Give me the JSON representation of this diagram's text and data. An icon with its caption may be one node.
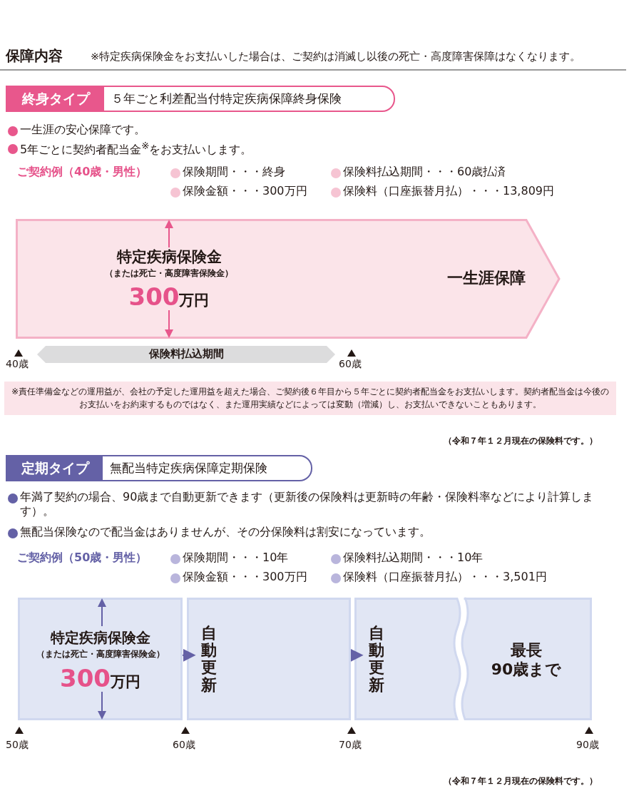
{
  "diagram": {
    "nodes": [
      {
        "text": [
          "終身タイプ",
          "５年ごと利差配当付特定疾病保障終身保険"
        ]
      },
      {
        "text": [
          "特定疾病保険金",
          "（または死亡・高度障害保険金）",
          "300万円",
          "一生涯保障"
        ]
      },
      {
        "text": [
          "保険料払込期間"
        ]
      },
      {
        "text": [
          "定期タイプ",
          "無配当特定疾病保障定期保険"
        ]
      },
      {
        "text": [
          "特定疾病保険金",
          "（または死亡・高度障害保険金）",
          "300万円"
        ]
      },
      {
        "text": [
          "自動更新"
        ]
      },
      {
        "text": [
          "自動更新"
        ]
      },
      {
        "text": [
          "最長",
          "90歳まで"
        ]
      }
    ],
    "edges": [
      {
        "from": 4,
        "to": 5,
        "arrow": "to"
      },
      {
        "from": 5,
        "to": 6,
        "arrow": "to"
      }
    ],
    "labels": [
      "保障内容",
      "※特定疾病保険金をお支払いした場合は、ご契約は消滅し以後の死亡・高度障害保障はなくなります。",
      "一生涯の安心保障です。",
      "5年ごとに契約者配当金$^{※}$をお支払いします。",
      "ご契約例（40歳・男性）",
      "保険期間・・・終身",
      "保険料払込期間・・・60歳払済",
      "保険金額・・・300万円",
      "保険料（口座振替月払）・・・13,809円",
      "40歳",
      "60歳",
      "※責任準備金などの運用益が、会社の予定した運用益を超えた場合、ご契約後６年目から５年ごとに契約者配当金をお支払いします。契約者配当金は今後のお支払いをお約束するものではなく、また運用実績などによっては変動（増減）し、お支払いできないこともあります。",
      "（令和７年１２月現在の保険料です。）",
      "年満了契約の場合、90歳まで自動更新できます（更新後の保険料は更新時の年齢・保険料率などにより計算します）。",
      "無配当保険なので配当金はありませんが、その分保険料は割安になっています。",
      "ご契約例（50歳・男性）",
      "保険期間・・・10年",
      "保険料払込期間・・・10年",
      "保険金額・・・300万円",
      "保険料（口座振替月払）・・・3,501円",
      "50歳",
      "60歳",
      "70歳",
      "90歳",
      "（令和７年１２月現在の保険料です。）"
    ]
  }
}
